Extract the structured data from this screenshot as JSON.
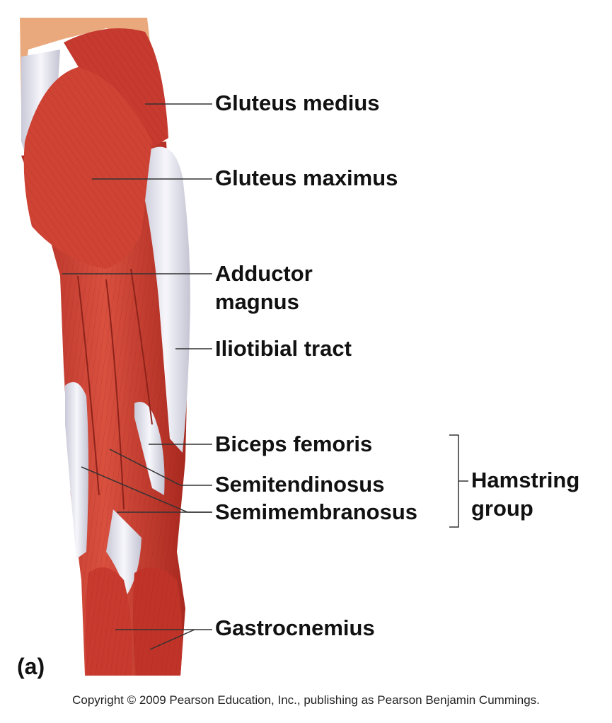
{
  "labels": {
    "gluteus_medius": "Gluteus medius",
    "gluteus_maximus": "Gluteus maximus",
    "adductor_magnus_line1": "Adductor",
    "adductor_magnus_line2": "magnus",
    "iliotibial_tract": "Iliotibial tract",
    "biceps_femoris": "Biceps femoris",
    "semitendinosus": "Semitendinosus",
    "semimembranosus": "Semimembranosus",
    "gastrocnemius": "Gastrocnemius",
    "group_line1": "Hamstring",
    "group_line2": "group"
  },
  "panel_letter": "(a)",
  "copyright": "Copyright © 2009 Pearson Education, Inc., publishing as Pearson Benjamin Cummings.",
  "colors": {
    "muscle": "#c8392e",
    "muscle_dark": "#9e2a22",
    "muscle_light": "#dc5a48",
    "tendon": "#eeeef4",
    "skin": "#e9a97c",
    "leader_line": "#333333"
  }
}
